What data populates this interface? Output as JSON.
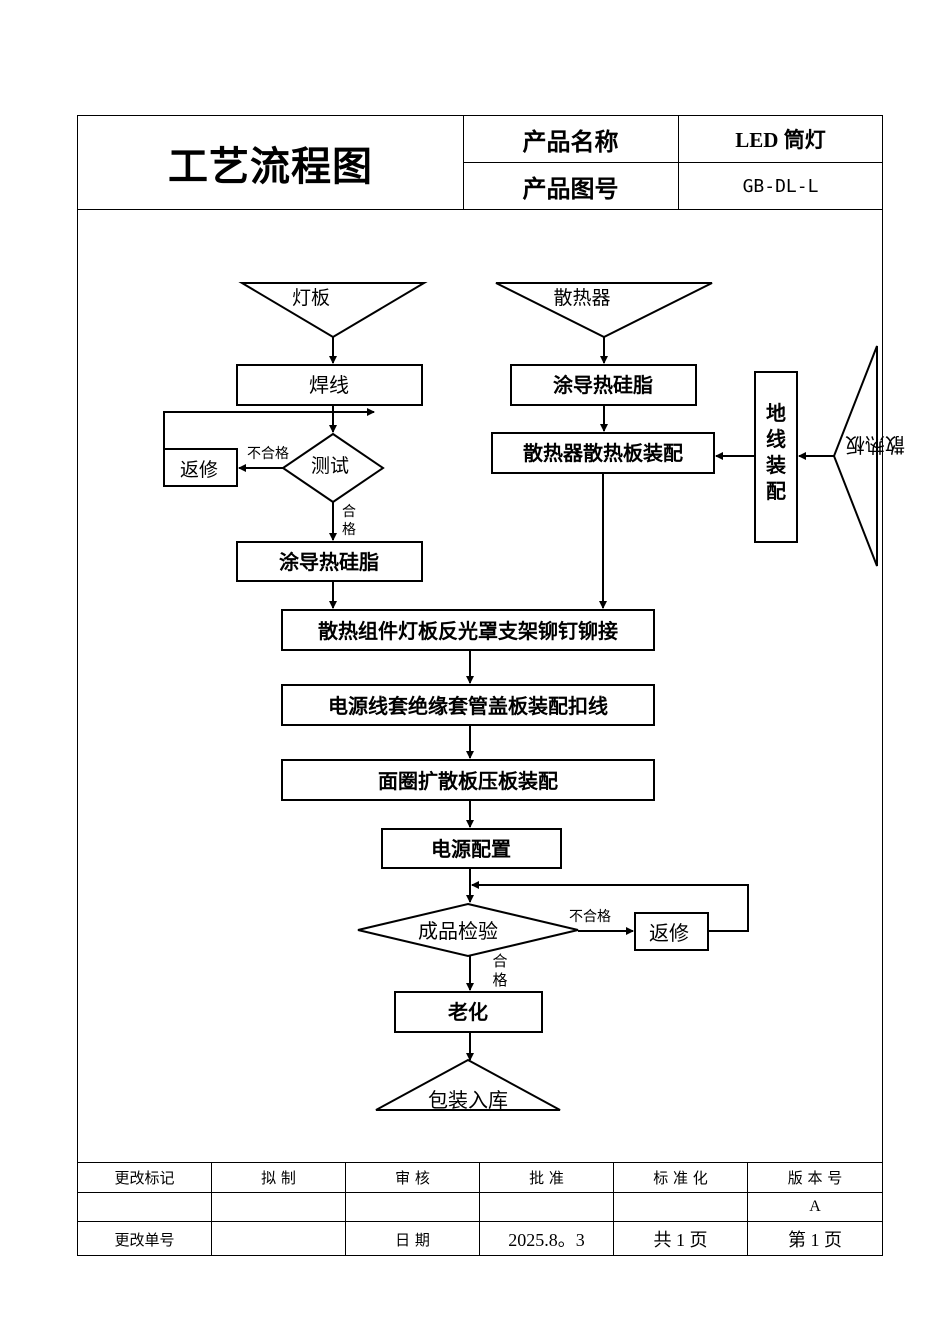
{
  "header": {
    "title": "工艺流程图",
    "product_name_label": "产品名称",
    "product_name": "LED 筒灯",
    "drawing_no_label": "产品图号",
    "drawing_no": "GB-DL-L"
  },
  "flow": {
    "led_board": "灯板",
    "heatsink": "散热器",
    "solder": "焊线",
    "test": "测试",
    "repair1": "返修",
    "fail1": "不合格",
    "pass1": "合格",
    "grease_left": "涂导热硅脂",
    "grease_right": "涂导热硅脂",
    "heatsink_assembly": "散热器散热板装配",
    "ground_assembly": "地线装配",
    "heat_plate": "散热板",
    "riveting": "散热组件灯板反光罩支架铆钉铆接",
    "power_assembly": "电源线套绝缘套管盖板装配扣线",
    "face_assembly": "面圈扩散板压板装配",
    "power_config": "电源配置",
    "final_check": "成品检验",
    "fail2": "不合格",
    "repair2": "返修",
    "pass2": "合格",
    "aging": "老化",
    "packing": "包装入库"
  },
  "footer": {
    "h1": "更改标记",
    "h2": "拟 制",
    "h3": "审 核",
    "h4": "批 准",
    "h5": "标 准 化",
    "h6": "版 本 号",
    "version": "A",
    "change_no": "更改单号",
    "date_label": "日 期",
    "date": "2025.8。3",
    "total_pages": "共  1  页",
    "page_no": "第  1  页"
  }
}
